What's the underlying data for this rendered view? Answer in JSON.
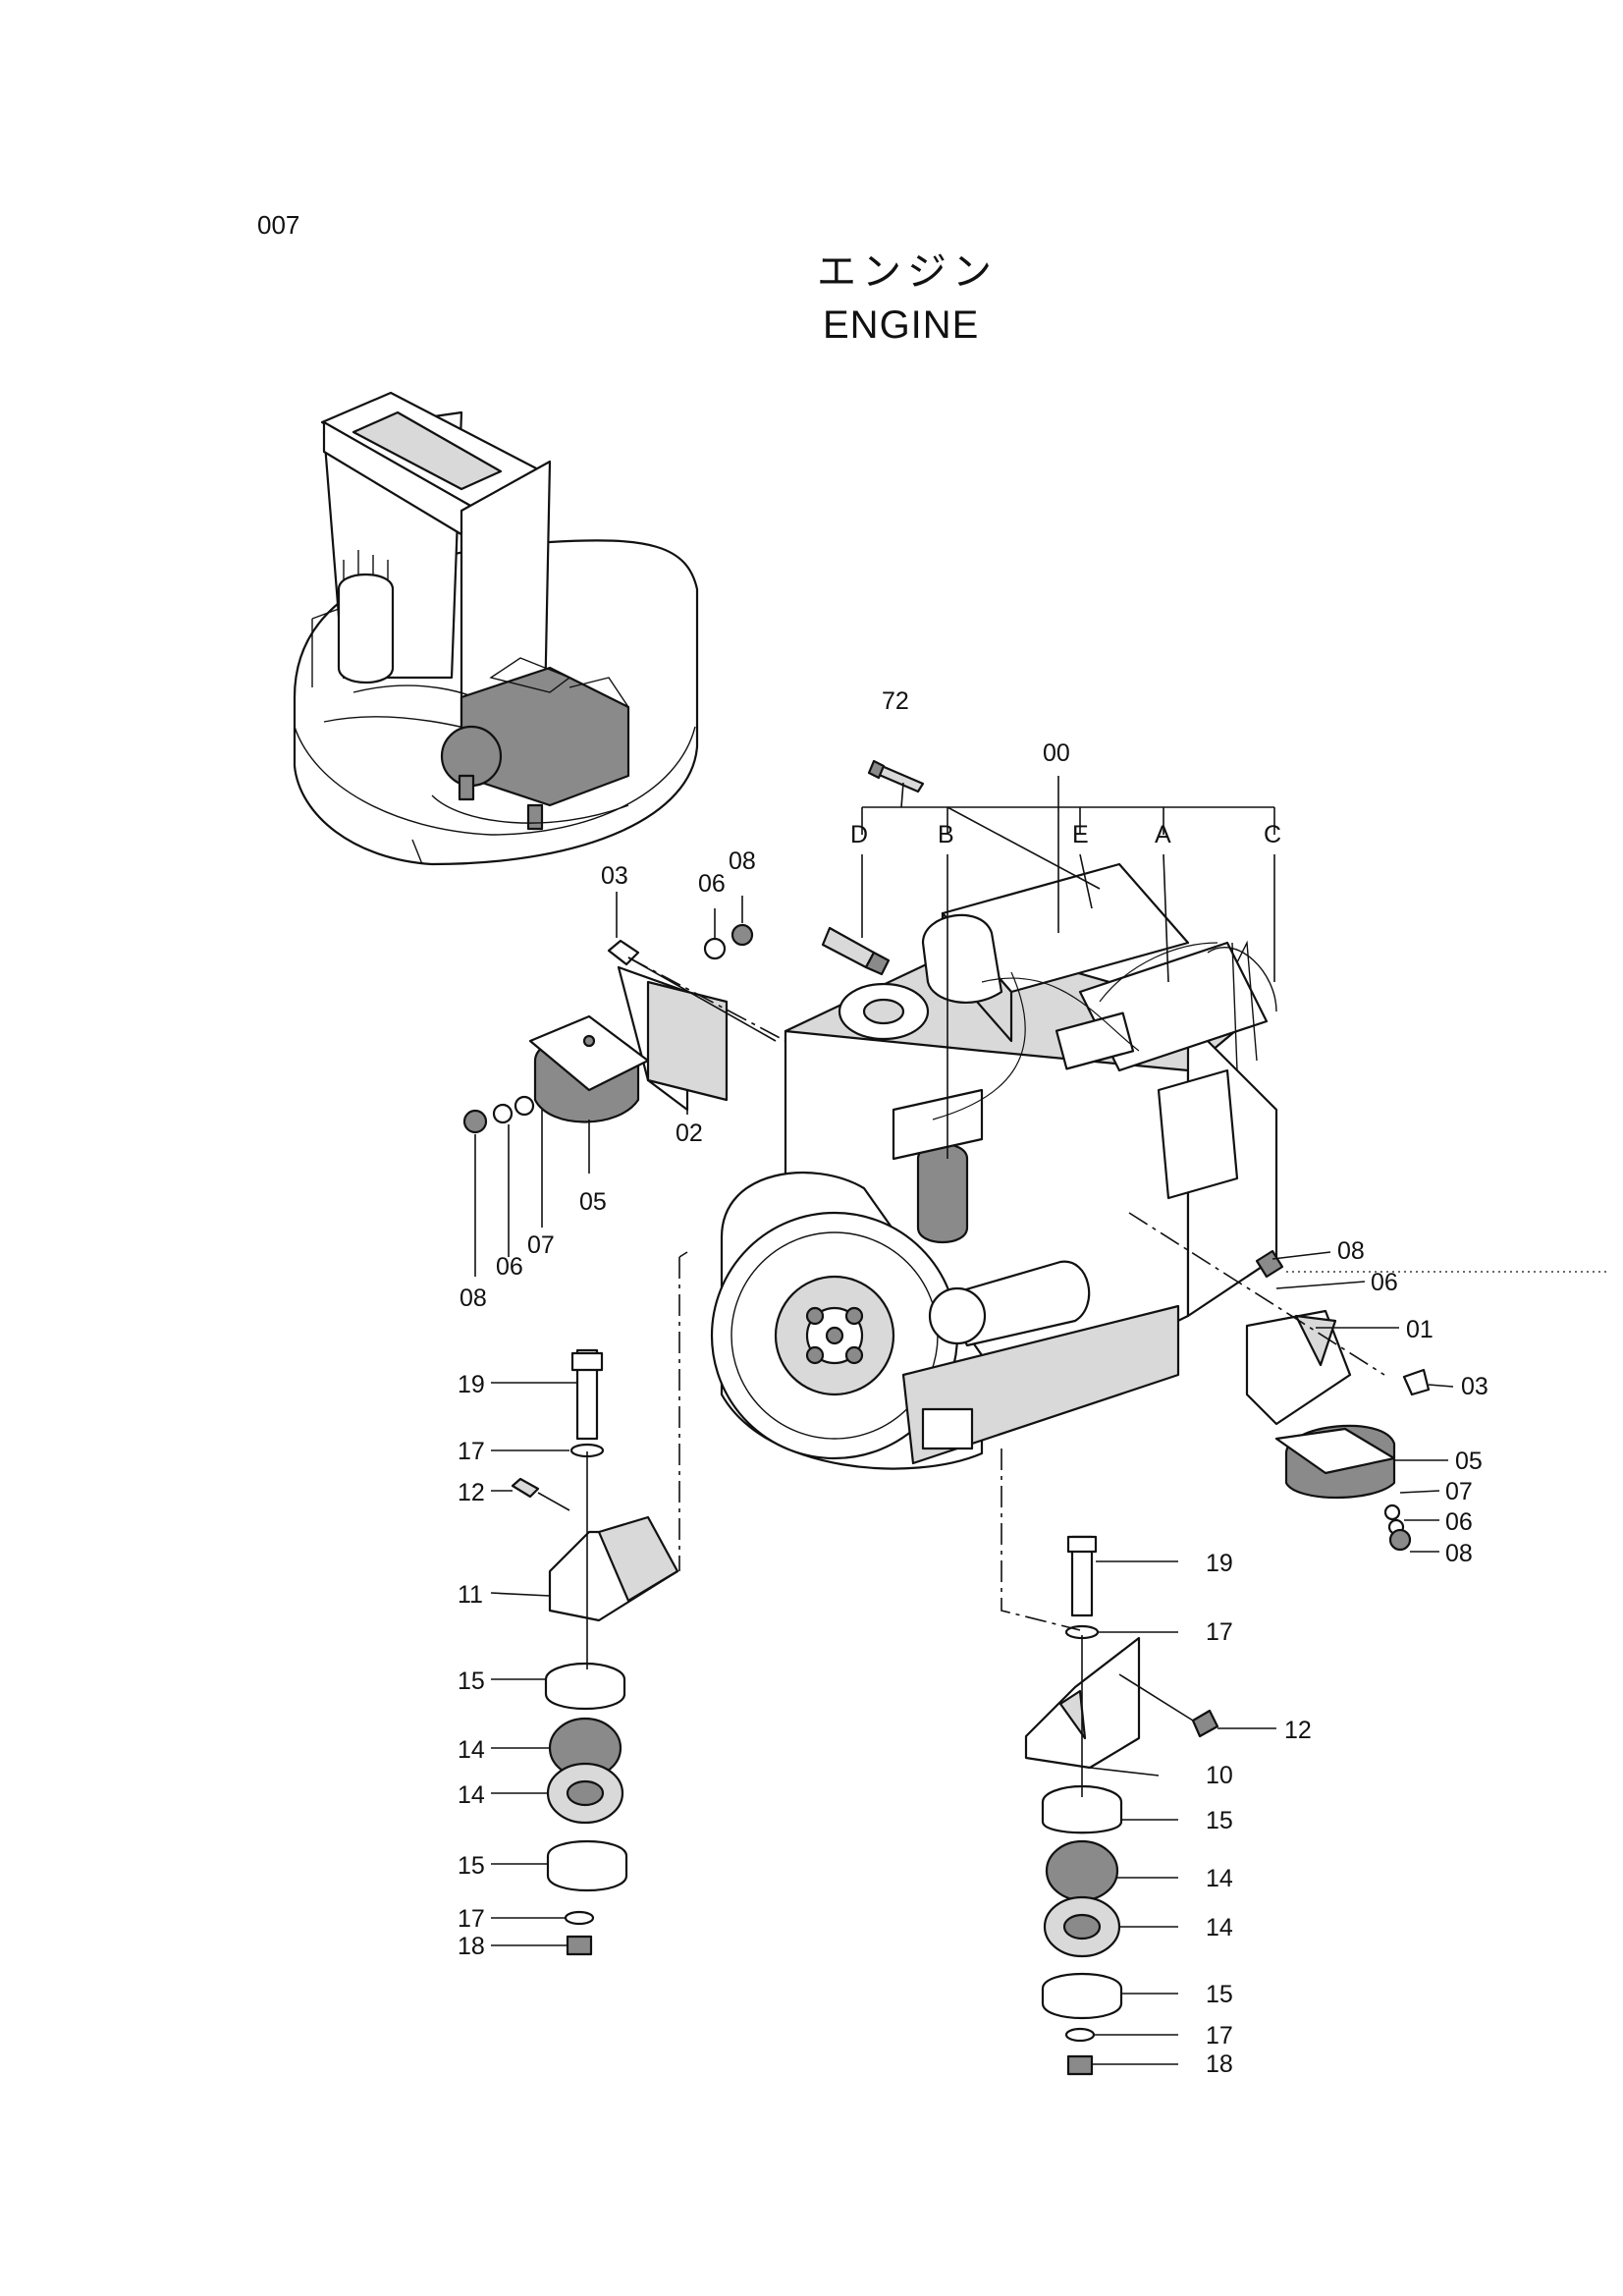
{
  "page": {
    "number": "007",
    "title_jp": "エンジン",
    "title_en": "ENGINE"
  },
  "callouts": {
    "c72": "72",
    "c00": "00",
    "cD": "D",
    "cB": "B",
    "cE": "E",
    "cA": "A",
    "cC": "C",
    "l03": "03",
    "l06a": "06",
    "l08a": "08",
    "l02": "02",
    "l05": "05",
    "l07": "07",
    "l06b": "06",
    "l08b": "08",
    "r08a": "08",
    "r06a": "06",
    "r01": "01",
    "r03": "03",
    "r05": "05",
    "r07": "07",
    "r06b": "06",
    "r08b": "08",
    "l19": "19",
    "l17a": "17",
    "l12": "12",
    "l11": "11",
    "l15a": "15",
    "l14a": "14",
    "l14b": "14",
    "l15b": "15",
    "l17b": "17",
    "l18": "18",
    "r19": "19",
    "r17a": "17",
    "r12": "12",
    "r10": "10",
    "r15a": "15",
    "r14a": "14",
    "r14b": "14",
    "r15b": "15",
    "r17b": "17",
    "r18": "18"
  }
}
